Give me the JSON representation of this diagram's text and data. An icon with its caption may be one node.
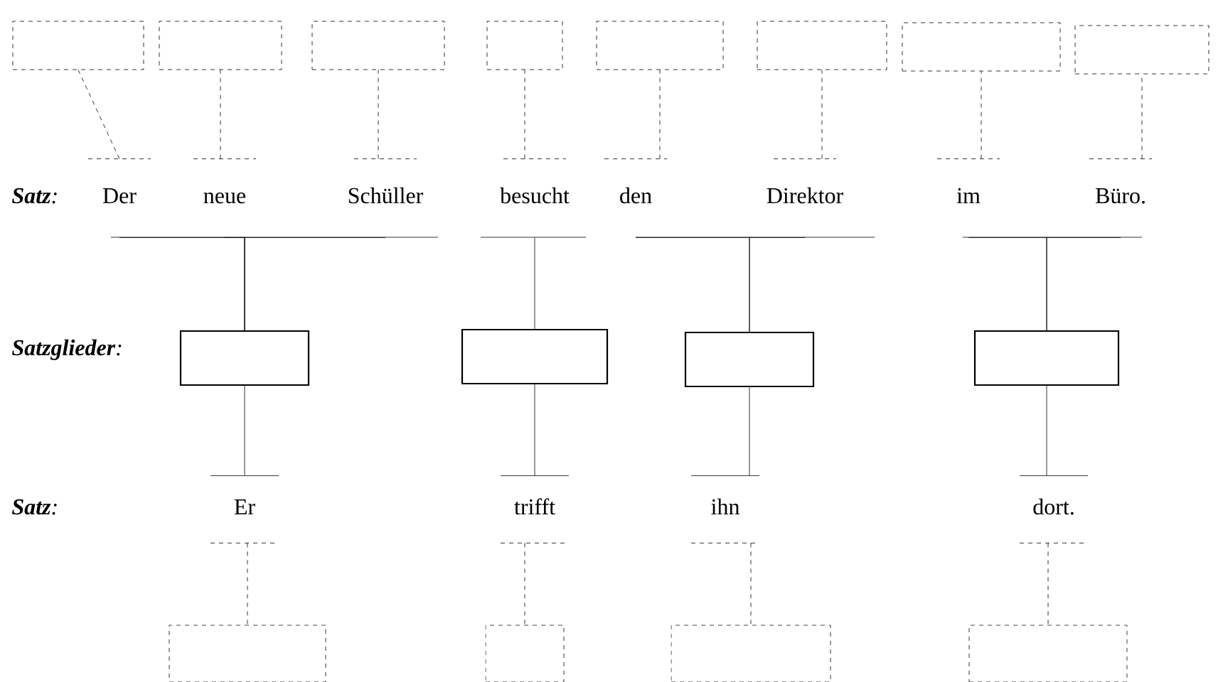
{
  "diagram": {
    "nodes": [
      {
        "text": [],
        "shape": "box"
      },
      {
        "text": [],
        "shape": "box"
      },
      {
        "text": [],
        "shape": "box"
      },
      {
        "text": [],
        "shape": "box"
      },
      {
        "text": [],
        "shape": "box"
      },
      {
        "text": [],
        "shape": "box"
      },
      {
        "text": [],
        "shape": "box"
      },
      {
        "text": [],
        "shape": "box"
      },
      {
        "text": [
          "Der"
        ]
      },
      {
        "text": [
          "neue"
        ]
      },
      {
        "text": [
          "Schüller"
        ]
      },
      {
        "text": [
          "besucht"
        ]
      },
      {
        "text": [
          "den"
        ]
      },
      {
        "text": [
          "Direktor"
        ]
      },
      {
        "text": [
          "im"
        ]
      },
      {
        "text": [
          "Büro."
        ]
      },
      {
        "text": [],
        "shape": "box"
      },
      {
        "text": [],
        "shape": "box"
      },
      {
        "text": [],
        "shape": "box"
      },
      {
        "text": [],
        "shape": "box"
      },
      {
        "text": [
          "Er"
        ]
      },
      {
        "text": [
          "trifft"
        ]
      },
      {
        "text": [
          "ihn"
        ]
      },
      {
        "text": [
          "dort."
        ]
      },
      {
        "text": [],
        "shape": "box"
      },
      {
        "text": [],
        "shape": "box"
      },
      {
        "text": [],
        "shape": "box"
      },
      {
        "text": [],
        "shape": "box"
      }
    ],
    "edges": [
      {
        "from": 8,
        "to": 0,
        "arrow": "none",
        "style": "dashed"
      },
      {
        "from": 9,
        "to": 1,
        "arrow": "none",
        "style": "dashed"
      },
      {
        "from": 10,
        "to": 2,
        "arrow": "none",
        "style": "dashed"
      },
      {
        "from": 11,
        "to": 3,
        "arrow": "none",
        "style": "dashed"
      },
      {
        "from": 12,
        "to": 4,
        "arrow": "none",
        "style": "dashed"
      },
      {
        "from": 13,
        "to": 5,
        "arrow": "none",
        "style": "dashed"
      },
      {
        "from": 14,
        "to": 6,
        "arrow": "none",
        "style": "dashed"
      },
      {
        "from": 15,
        "to": 7,
        "arrow": "none",
        "style": "dashed"
      },
      {
        "from": 8,
        "to": 16,
        "arrow": "none"
      },
      {
        "from": 9,
        "to": 16,
        "arrow": "none"
      },
      {
        "from": 10,
        "to": 16,
        "arrow": "none"
      },
      {
        "from": 11,
        "to": 17,
        "arrow": "none"
      },
      {
        "from": 12,
        "to": 18,
        "arrow": "none"
      },
      {
        "from": 13,
        "to": 18,
        "arrow": "none"
      },
      {
        "from": 14,
        "to": 19,
        "arrow": "none"
      },
      {
        "from": 15,
        "to": 19,
        "arrow": "none"
      },
      {
        "from": 20,
        "to": 16,
        "arrow": "none"
      },
      {
        "from": 21,
        "to": 17,
        "arrow": "none"
      },
      {
        "from": 22,
        "to": 18,
        "arrow": "none"
      },
      {
        "from": 23,
        "to": 19,
        "arrow": "none"
      },
      {
        "from": 20,
        "to": 24,
        "arrow": "none",
        "style": "dashed"
      },
      {
        "from": 21,
        "to": 25,
        "arrow": "none",
        "style": "dashed"
      },
      {
        "from": 22,
        "to": 26,
        "arrow": "none",
        "style": "dashed"
      },
      {
        "from": 23,
        "to": 27,
        "arrow": "none",
        "style": "dashed"
      }
    ],
    "labels": [
      "**Satz**:",
      "**Satzglieder**:",
      "**Satz**:"
    ]
  }
}
